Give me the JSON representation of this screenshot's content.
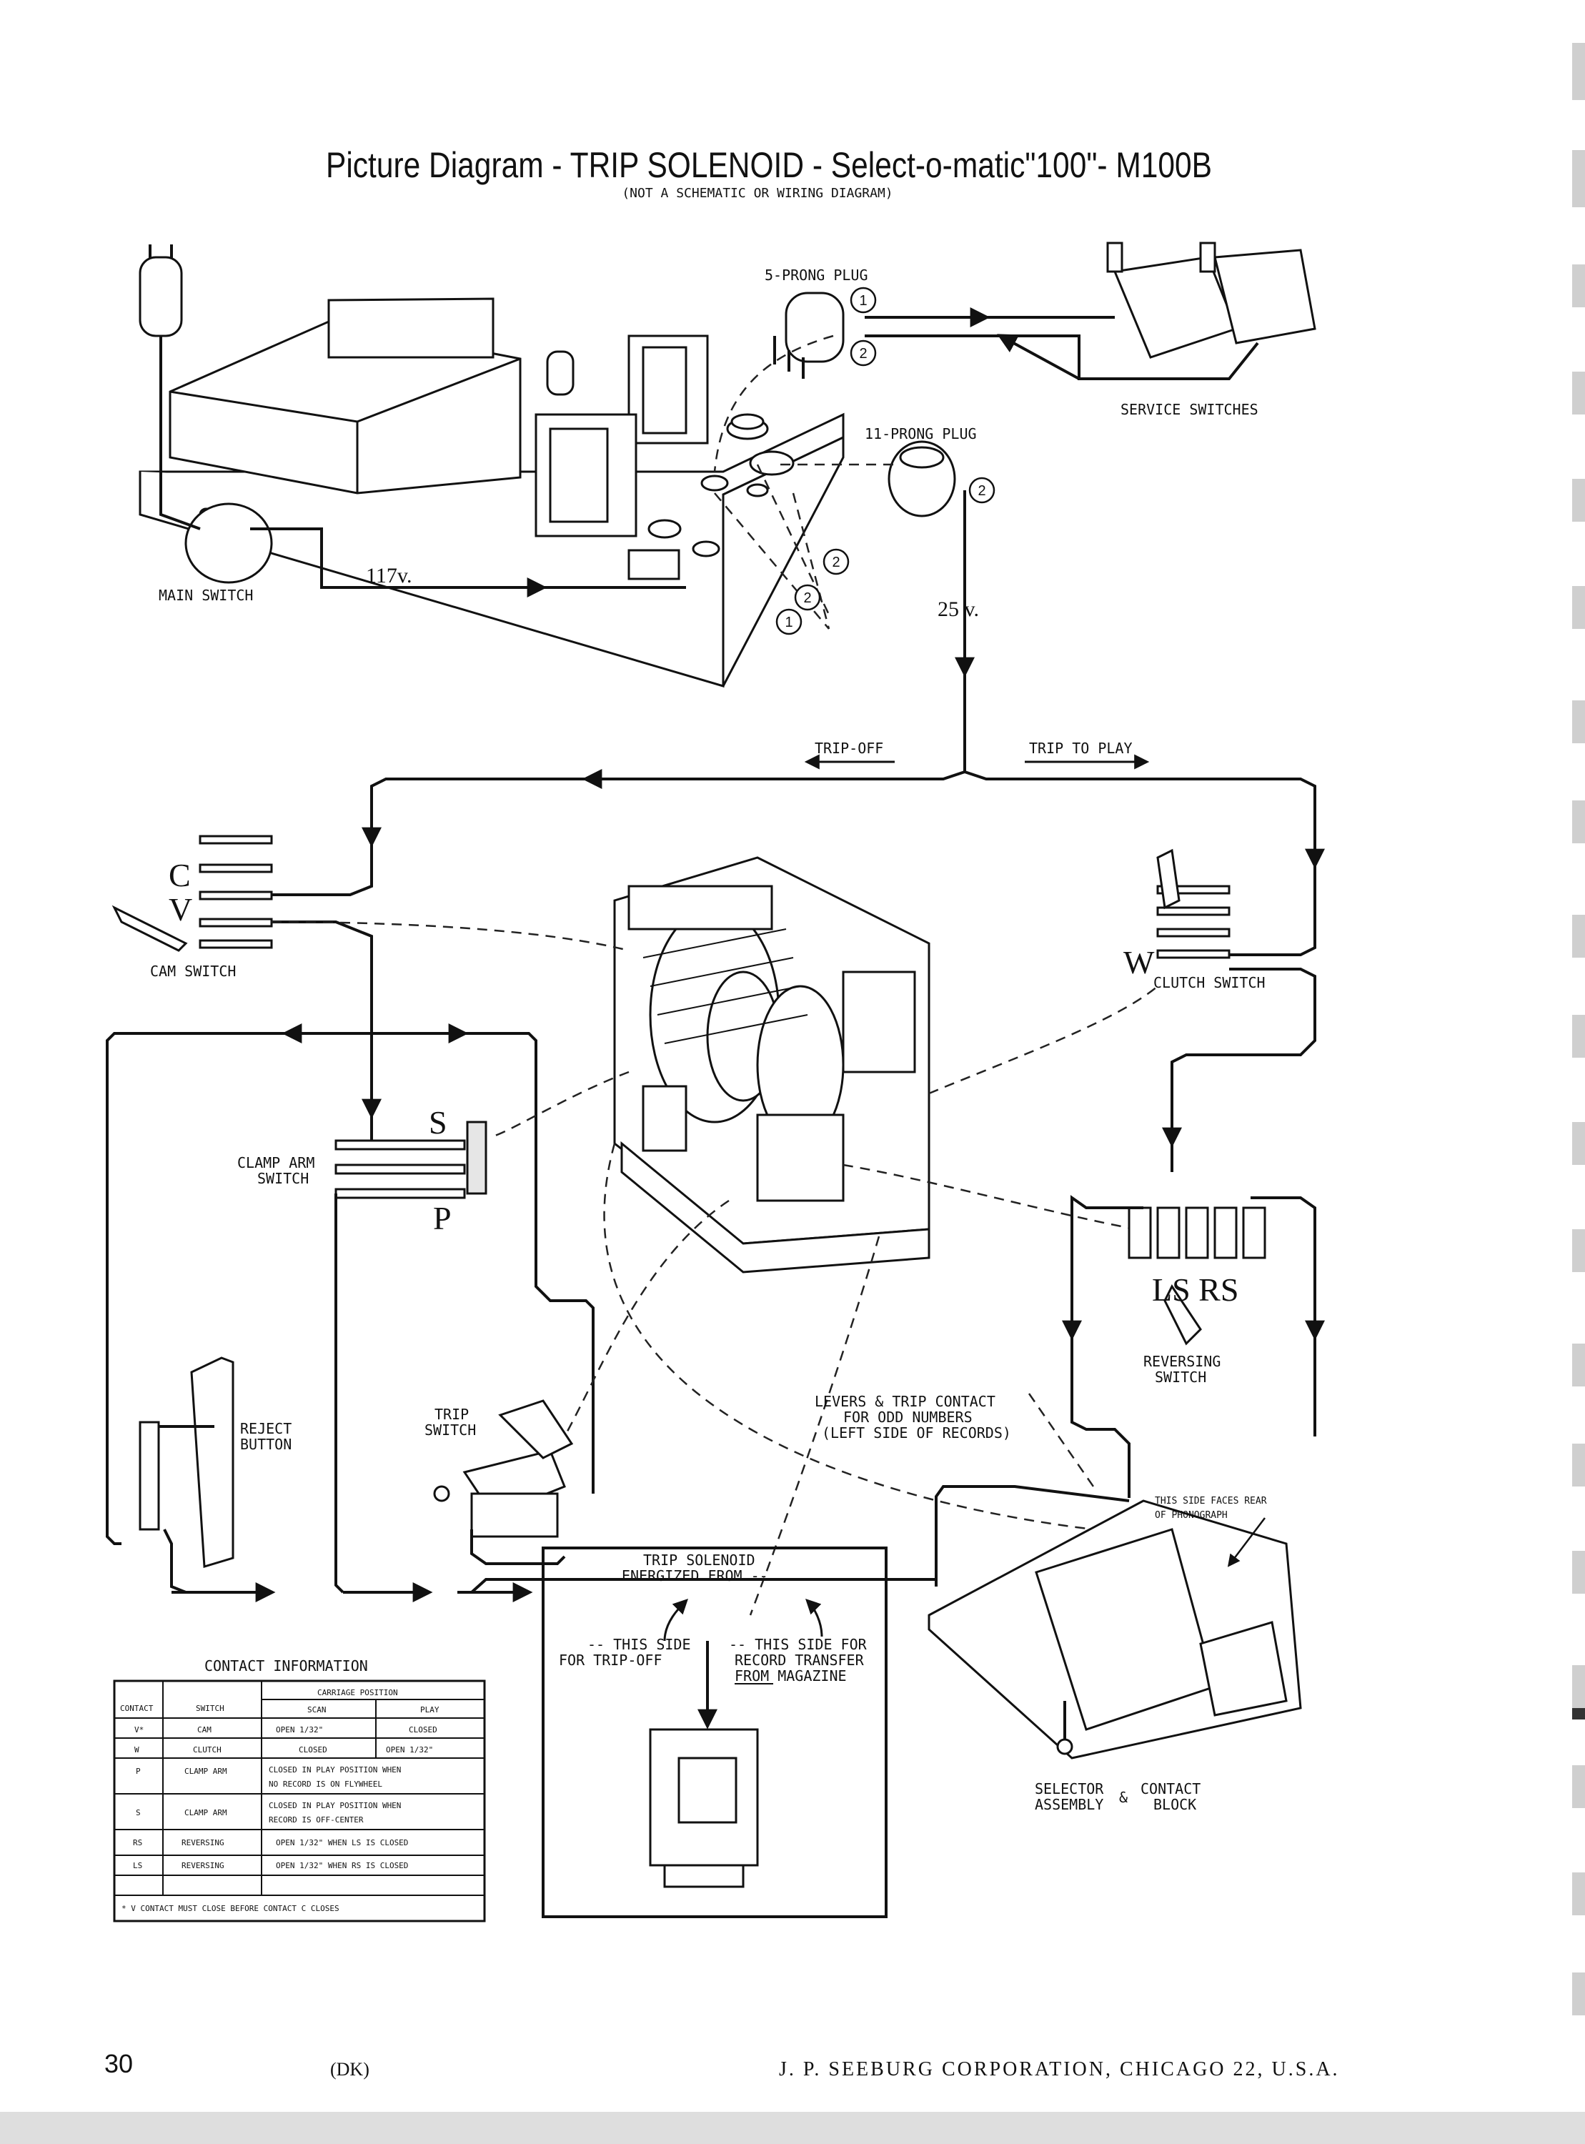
{
  "title": "Picture Diagram - TRIP SOLENOID - Select-o-matic\"100\"- M100B",
  "subtitle": "(NOT A SCHEMATIC OR WIRING DIAGRAM)",
  "labels": {
    "five_prong_plug": "5-PRONG PLUG",
    "eleven_prong_plug": "11-PRONG PLUG",
    "service_switches": "SERVICE SWITCHES",
    "main_switch": "MAIN SWITCH",
    "v117": "117v.",
    "v25": "25 v.",
    "trip_off": "TRIP-OFF",
    "trip_to_play": "TRIP TO PLAY",
    "cam_switch": "CAM SWITCH",
    "letter_c": "C",
    "letter_v": "V",
    "letter_w": "W",
    "clutch_switch": "CLUTCH SWITCH",
    "clamp_arm_switch_1": "CLAMP ARM",
    "clamp_arm_switch_2": "SWITCH",
    "letter_s": "S",
    "letter_p": "P",
    "ls_rs": "LS RS",
    "reversing_switch_1": "REVERSING",
    "reversing_switch_2": "SWITCH",
    "reject_button_1": "REJECT",
    "reject_button_2": "BUTTON",
    "trip_switch_1": "TRIP",
    "trip_switch_2": "SWITCH",
    "levers_1": "LEVERS & TRIP CONTACT",
    "levers_2": "FOR ODD NUMBERS",
    "levers_3": "(LEFT SIDE OF RECORDS)",
    "this_side_faces_1": "THIS SIDE FACES REAR",
    "this_side_faces_2": "OF PHONOGRAPH",
    "trip_solenoid_1": "TRIP SOLENOID",
    "trip_solenoid_2": "ENERGIZED FROM --",
    "trip_off_side_1": "-- THIS SIDE",
    "trip_off_side_2": "FOR TRIP-OFF",
    "transfer_side_1": "-- THIS SIDE FOR",
    "transfer_side_2": "RECORD TRANSFER",
    "transfer_side_3": "FROM MAGAZINE",
    "selector_1": "SELECTOR",
    "selector_amp": "&",
    "selector_2": "ASSEMBLY",
    "contact_block_1": "CONTACT",
    "contact_block_2": "BLOCK",
    "circle_1": "1",
    "circle_2": "2"
  },
  "contact_table": {
    "heading": "CONTACT INFORMATION",
    "col_contact": "CONTACT",
    "col_switch": "SWITCH",
    "col_carriage": "CARRIAGE POSITION",
    "col_scan": "SCAN",
    "col_play": "PLAY",
    "rows": [
      {
        "contact": "V*",
        "switch": "CAM",
        "scan": "OPEN 1/32\"",
        "play": "CLOSED"
      },
      {
        "contact": "W",
        "switch": "CLUTCH",
        "scan": "CLOSED",
        "play": "OPEN 1/32\""
      },
      {
        "contact": "P",
        "switch": "CLAMP ARM",
        "span1": "CLOSED IN PLAY POSITION WHEN",
        "span2": "NO RECORD IS ON FLYWHEEL"
      },
      {
        "contact": "S",
        "switch": "CLAMP ARM",
        "span1": "CLOSED IN PLAY POSITION WHEN",
        "span2": "RECORD IS OFF-CENTER"
      },
      {
        "contact": "RS",
        "switch": "REVERSING",
        "span1": "OPEN 1/32\" WHEN LS IS CLOSED"
      },
      {
        "contact": "LS",
        "switch": "REVERSING",
        "span1": "OPEN 1/32\" WHEN RS IS CLOSED"
      }
    ],
    "footnote": "* V CONTACT MUST CLOSE BEFORE CONTACT C CLOSES"
  },
  "footer": {
    "page_number": "30",
    "code": "(DK)",
    "company": "J. P. SEEBURG CORPORATION, CHICAGO 22, U.S.A."
  }
}
